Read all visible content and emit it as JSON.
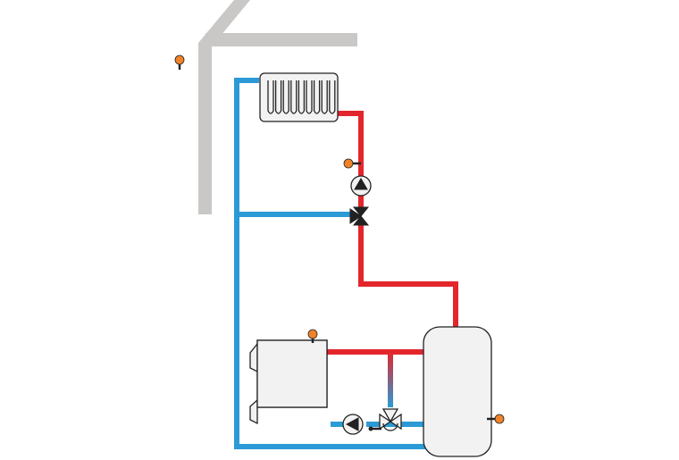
{
  "colors": {
    "background": "#ffffff",
    "house_outline": "#c9c8c6",
    "flow_pipe": "#e3262b",
    "return_pipe": "#2b9ad6",
    "sensor": "#f0832a",
    "component_fill": "#f2f2f2",
    "outline": "#222222"
  },
  "components": [
    {
      "id": "roof-wall",
      "icon": "house-outline"
    },
    {
      "id": "outdoor-sensor",
      "icon": "temperature-sensor-icon"
    },
    {
      "id": "radiator",
      "icon": "radiator-icon"
    },
    {
      "id": "flow-sensor",
      "icon": "temperature-sensor-icon"
    },
    {
      "id": "heating-pump",
      "icon": "pump-icon"
    },
    {
      "id": "mixing-valve",
      "icon": "three-way-valve-icon"
    },
    {
      "id": "boiler",
      "icon": "solid-fuel-boiler-icon"
    },
    {
      "id": "boiler-sensor",
      "icon": "temperature-sensor-icon"
    },
    {
      "id": "boiler-pump",
      "icon": "pump-icon"
    },
    {
      "id": "thermostatic-valve",
      "icon": "thermostatic-valve-icon"
    },
    {
      "id": "buffer-tank",
      "icon": "buffer-tank-icon"
    },
    {
      "id": "tank-sensor",
      "icon": "temperature-sensor-icon"
    }
  ]
}
